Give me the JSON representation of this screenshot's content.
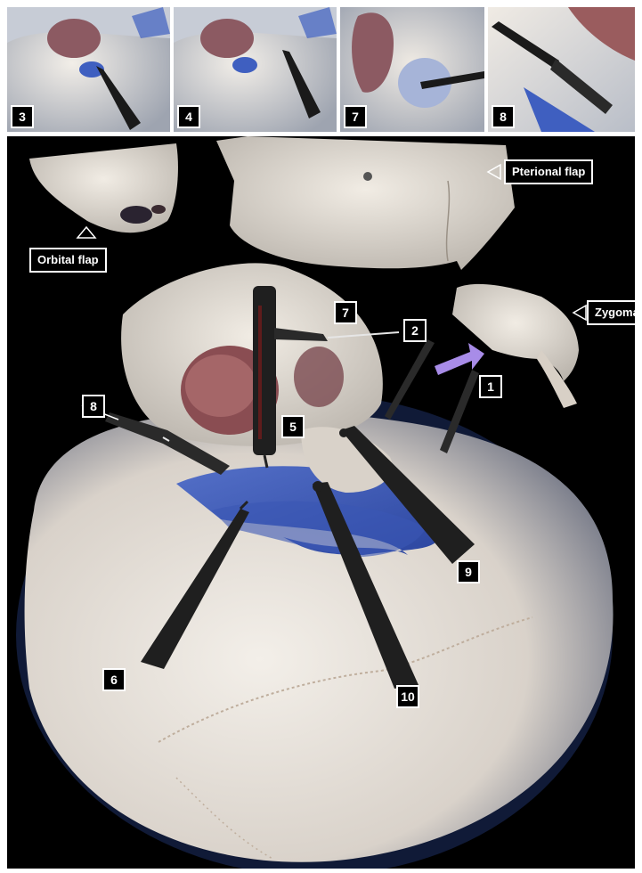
{
  "thumbnails": [
    {
      "label": "3"
    },
    {
      "label": "4"
    },
    {
      "label": "7"
    },
    {
      "label": "8"
    }
  ],
  "main_figure": {
    "flap_labels": {
      "pterional": "Pterional flap",
      "orbital": "Orbital flap",
      "zygoma": "Zygoma"
    },
    "step_markers": [
      "1",
      "2",
      "5",
      "6",
      "7",
      "8",
      "9",
      "10"
    ]
  },
  "colors": {
    "bone": "#e9e3da",
    "dura": "#3f5fc0",
    "background": "#000000",
    "arrow": "#a88ce8"
  }
}
